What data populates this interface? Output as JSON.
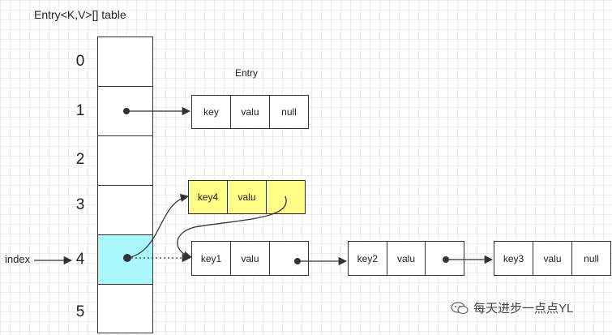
{
  "title": "Entry<K,V>[] table",
  "entry_label": "Entry",
  "index_label": "index",
  "table": {
    "indices": [
      "0",
      "1",
      "2",
      "3",
      "4",
      "5"
    ],
    "highlight_index": 4
  },
  "nodes": {
    "entry": [
      "key",
      "valu",
      "null"
    ],
    "key4": [
      "key4",
      "valu",
      ""
    ],
    "key1": [
      "key1",
      "valu",
      ""
    ],
    "key2": [
      "key2",
      "valu",
      ""
    ],
    "key3": [
      "key3",
      "valu",
      "null"
    ]
  },
  "colors": {
    "highlight": "#aaf7fb",
    "new_node": "#ffff88",
    "line": "#333333"
  },
  "watermark": "每天进步一点点YL"
}
